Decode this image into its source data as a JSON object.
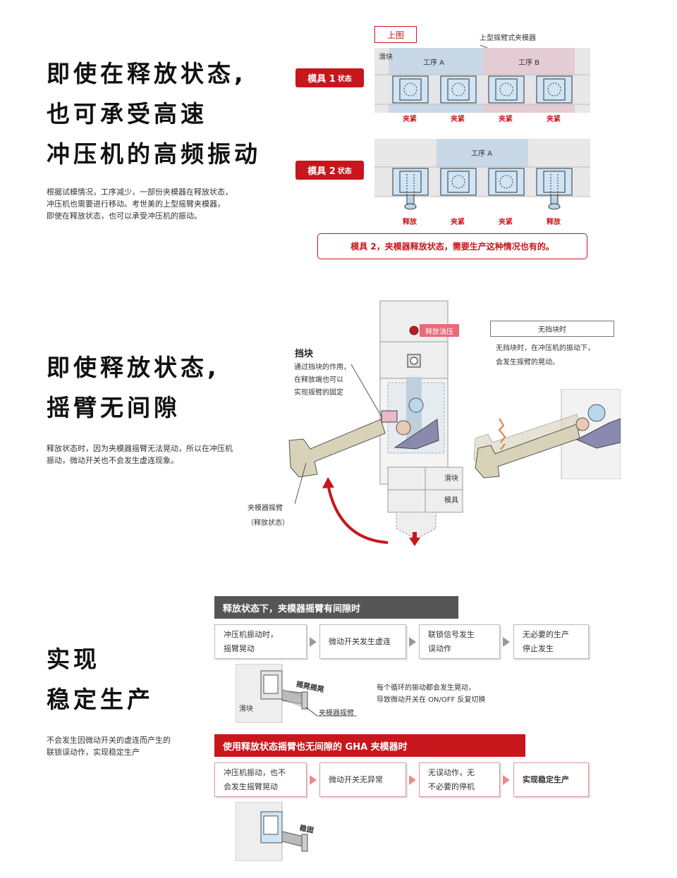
{
  "section1": {
    "title_lines": [
      "即使在释放状态,",
      "也可承受高速",
      "冲压机的高频振动"
    ],
    "desc": [
      "根据试模情况，工序减少，一部份夹模器在释放状态，",
      "冲压机也需要进行移动。考世美的上型摇臂夹模器，",
      "即使在释放状态，也可以承受冲压机的振动。"
    ],
    "diagram": {
      "top_view_label": "上图",
      "clamp_label": "上型摇臂式夹模器",
      "slide_label": "滑块",
      "process_a": "工序 A",
      "process_b": "工序 B",
      "mold1_tag": "模具 1",
      "mold2_tag": "模具 2",
      "state_word": "状态",
      "row1_states": [
        "夹紧",
        "夹紧",
        "夹紧",
        "夹紧"
      ],
      "row2_states": [
        "释放",
        "夹紧",
        "夹紧",
        "释放"
      ],
      "note": "模具 2，夹模器释放状态，需要生产这种情况也有的。"
    }
  },
  "section2": {
    "title_lines": [
      "即使释放状态,",
      "摇臂无间隙"
    ],
    "desc": [
      "释放状态时，因为夹模器摇臂无法晃动，所以在冲压机",
      "振动，微动开关也不会发生虚连现象。"
    ],
    "diagram": {
      "release_pressure": "释放油压",
      "stopper_title": "挡块",
      "stopper_desc": [
        "通过挡块的作用，",
        "在释放端也可以",
        "实现摇臂的固定"
      ],
      "slide_label": "滑块",
      "mold_label": "模具",
      "arm_label": "夹模器摇臂",
      "arm_state": "（释放状态）",
      "no_stopper_box": "无挡块时",
      "no_stopper_desc": [
        "无挡块时，在冲压机的振动下，",
        "会发生摇臂的晃动。"
      ]
    }
  },
  "section3": {
    "title_lines": [
      "实现",
      "稳定生产"
    ],
    "desc": [
      "不会发生因微动开关的虚连而产生的",
      "联锁误动作，实现稳定生产"
    ],
    "bad": {
      "bar": "释放状态下，夹模器摇臂有间隙时",
      "steps": [
        [
          "冲压机振动时，",
          "摇臂晃动"
        ],
        [
          "微动开关发生虚连"
        ],
        [
          "联锁信号发生",
          "误动作"
        ],
        [
          "无必要的生产",
          "停止发生"
        ]
      ],
      "wobble_label": "摇晃摇晃",
      "arm_label": "夹模器摇臂",
      "slide_label": "滑块",
      "note": [
        "每个循环的振动都会发生晃动，",
        "导致微动开关在 ON/OFF 反复切换"
      ]
    },
    "good": {
      "bar": "使用释放状态摇臂也无间隙的 GHA 夹模器时",
      "steps": [
        [
          "冲压机振动，也不",
          "会发生摇臂晃动"
        ],
        [
          "微动开关无异常"
        ],
        [
          "无误动作，无",
          "不必要的停机"
        ],
        [
          "实现稳定生产"
        ]
      ],
      "stable_label": "稳固"
    }
  },
  "colors": {
    "accent": "#c8161d",
    "gray_bar": "#555555",
    "slide": "#e6e6e6",
    "blue": "#cfe4f4"
  }
}
